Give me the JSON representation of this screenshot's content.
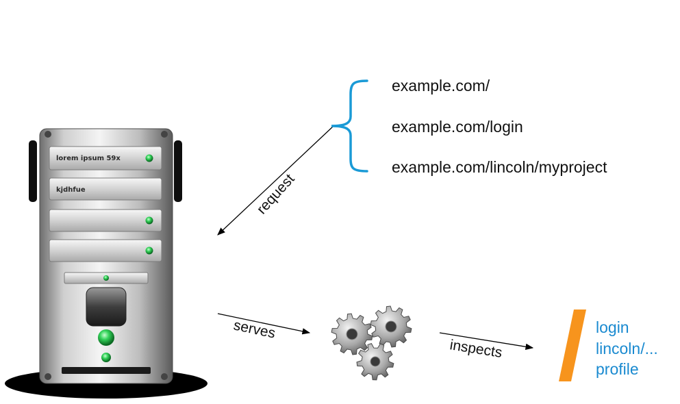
{
  "server": {
    "bay_labels": [
      "lorem ipsum 59x",
      "kjdhfue"
    ]
  },
  "request_urls": [
    "example.com/",
    "example.com/login",
    "example.com/lincoln/myproject"
  ],
  "arrows": {
    "request": "request",
    "serves": "serves",
    "inspects": "inspects"
  },
  "routes": [
    "login",
    "lincoln/...",
    "profile"
  ],
  "colors": {
    "brace": "#1a9ad6",
    "route_text": "#1a8ad0",
    "slash": "#f7941d"
  },
  "icons": {
    "server": "server-tower-icon",
    "engine": "gears-icon"
  }
}
